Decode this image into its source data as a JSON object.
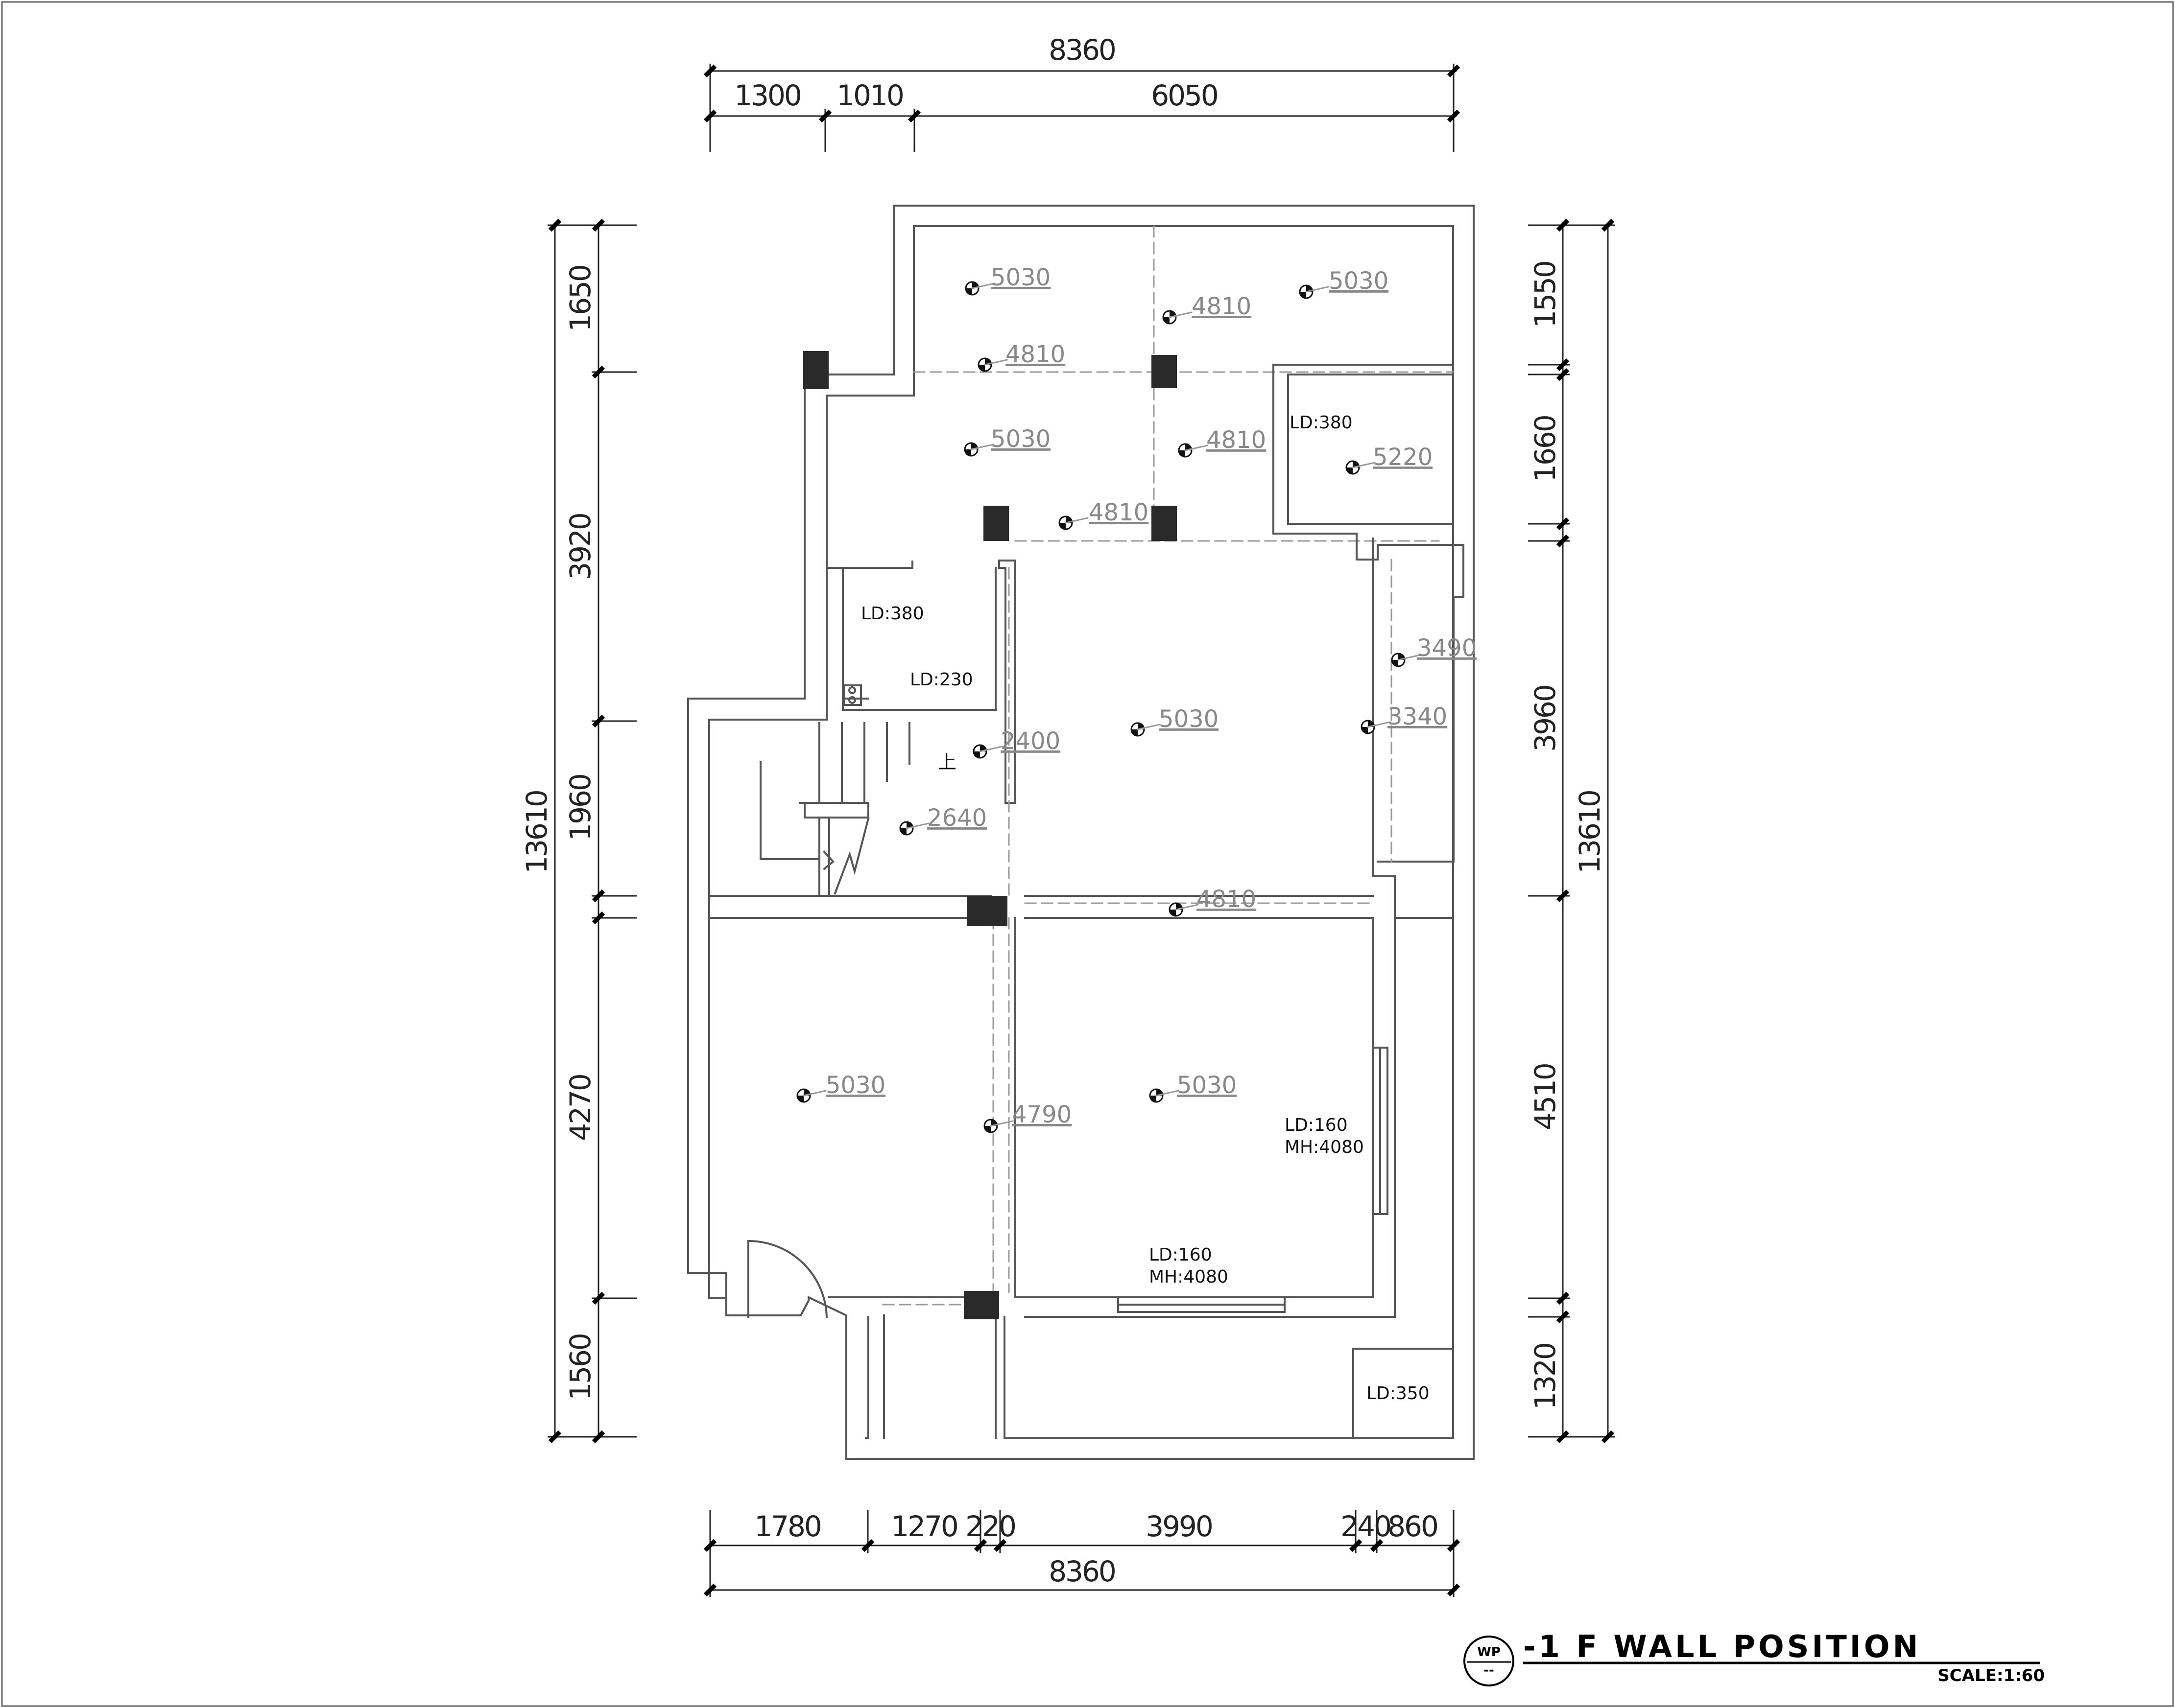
{
  "title": {
    "text": "-1 F WALL POSITION",
    "scale": "SCALE:1:60",
    "badge": "WP",
    "badge_sub": "--"
  },
  "dimensions": {
    "top_total": "8360",
    "top_segments": [
      "1300",
      "1010",
      "6050"
    ],
    "bottom_total": "8360",
    "bottom_segments": [
      "1780",
      "1270",
      "220",
      "3990",
      "240",
      "860"
    ],
    "left_total": "13610",
    "left_segments": [
      "1650",
      "3920",
      "1960",
      "4270",
      "1560"
    ],
    "right_total": "13610",
    "right_segments": [
      "1550",
      "1660",
      "3960",
      "4510",
      "1320"
    ]
  },
  "heights": [
    "5030",
    "5030",
    "4810",
    "4810",
    "5030",
    "4810",
    "5220",
    "4810",
    "3490",
    "5030",
    "3340",
    "2400",
    "2640",
    "4810",
    "5030",
    "5030",
    "4790"
  ],
  "labels": [
    "LD:380",
    "LD:380",
    "LD:230",
    "LD:160",
    "MH:4080",
    "LD:160",
    "MH:4080",
    "LD:350"
  ],
  "stair_mark": "上"
}
